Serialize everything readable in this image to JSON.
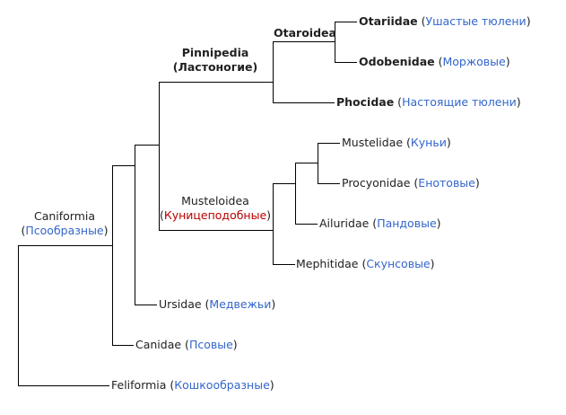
{
  "colors": {
    "link": "#3366cc",
    "redlink": "#ba0000",
    "text": "#202122",
    "line": "#000000"
  },
  "caniformia": {
    "latin": "Caniformia",
    "ru": "Псообразные"
  },
  "pinnipedia": {
    "latin": "Pinnipedia",
    "ru": "Ластоногие"
  },
  "otaroidea": {
    "latin": "Otaroidea"
  },
  "otariidae": {
    "latin": "Otariidae",
    "ru": "Ушастые тюлени"
  },
  "odobenidae": {
    "latin": "Odobenidae",
    "ru": "Моржовые"
  },
  "phocidae": {
    "latin": "Phocidae",
    "ru": "Настоящие тюлени"
  },
  "musteloidea": {
    "latin": "Musteloidea",
    "ru": "Куницеподобные"
  },
  "mustelidae": {
    "latin": "Mustelidae",
    "ru": "Куньи"
  },
  "procyonidae": {
    "latin": "Procyonidae",
    "ru": "Енотовые"
  },
  "ailuridae": {
    "latin": "Ailuridae",
    "ru": "Пандовые"
  },
  "mephitidae": {
    "latin": "Mephitidae",
    "ru": "Скунсовые"
  },
  "ursidae": {
    "latin": "Ursidae",
    "ru": "Медвежьи"
  },
  "canidae": {
    "latin": "Canidae",
    "ru": "Псовые"
  },
  "feliformia": {
    "latin": "Feliformia",
    "ru": "Кошкообразные"
  }
}
